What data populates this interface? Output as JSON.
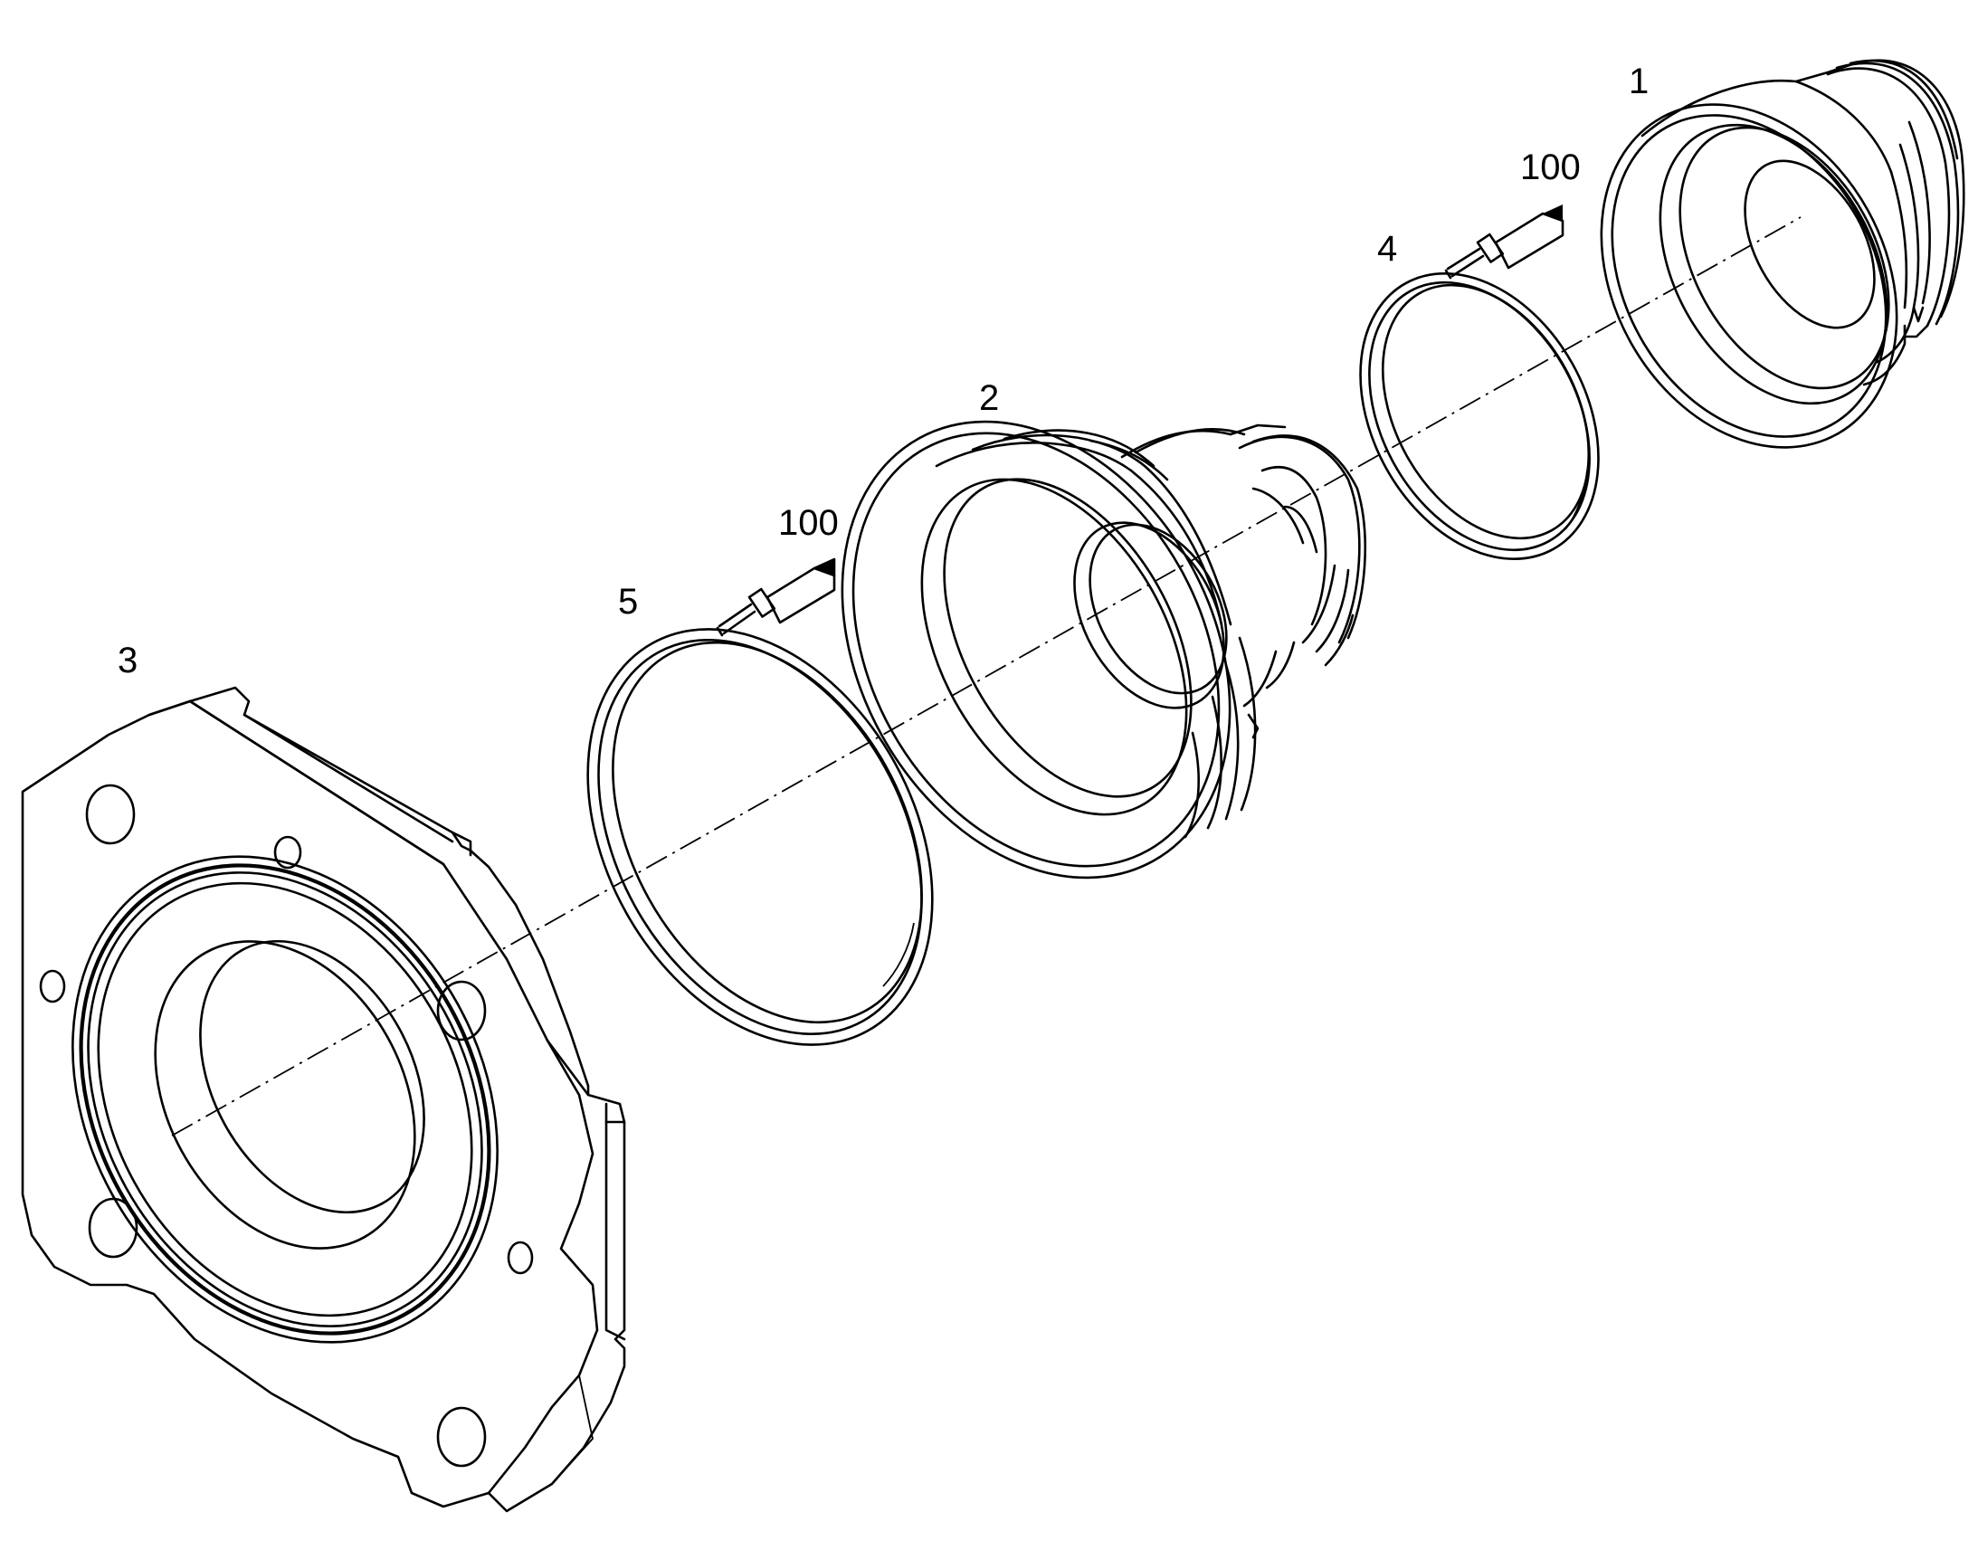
{
  "diagram": {
    "callouts": {
      "part1": "1",
      "part2": "2",
      "part3": "3",
      "part4": "4",
      "part5": "5",
      "sealant_upper": "100",
      "sealant_lower": "100"
    },
    "line_color": "#000000",
    "background_color": "#ffffff",
    "icons": [
      "sealant-tube-icon",
      "sealant-tube-icon"
    ]
  }
}
